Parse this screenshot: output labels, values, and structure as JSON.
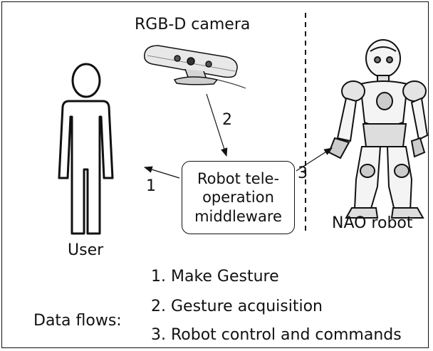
{
  "camera": {
    "label": "RGB-D camera"
  },
  "user": {
    "label": "User"
  },
  "robot": {
    "label": "NAO robot"
  },
  "middleware": {
    "lines": [
      "Robot tele-",
      "operation",
      "middleware"
    ]
  },
  "flows": {
    "title": "Data flows:",
    "items": [
      "1. Make Gesture",
      "2. Gesture acquisition",
      "3. Robot control and commands"
    ]
  },
  "arrows": {
    "one": "1",
    "two": "2",
    "three": "3"
  },
  "icons": {
    "user": "person-outline-icon",
    "camera": "rgbd-camera-icon",
    "robot": "nao-robot-icon"
  }
}
